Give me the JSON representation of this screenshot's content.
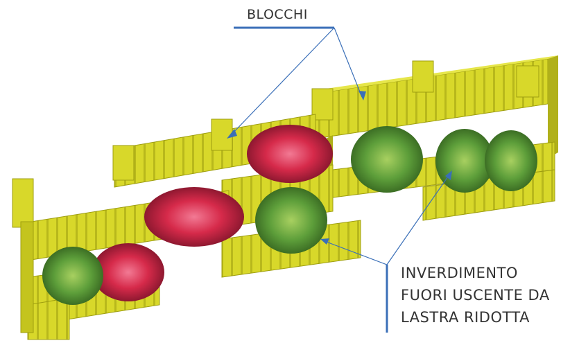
{
  "labels": {
    "blocks": "BLOCCHI",
    "greenery_line1": "INVERDIMENTO",
    "greenery_line2": "FUORI USCENTE DA",
    "greenery_line3": "LASTRA RIDOTTA"
  },
  "colors": {
    "block_face": "#d8d82a",
    "block_light": "#e6e64a",
    "block_dark": "#9e9e10",
    "leader_line": "#3a6fb8",
    "foliage": "#5d9e3a",
    "flower": "#d62a4a",
    "text": "#333333"
  },
  "icons": {
    "arrowhead": "arrowhead-icon",
    "flower_planter": "flower-planter-icon",
    "leaf_planter": "leaf-planter-icon"
  }
}
